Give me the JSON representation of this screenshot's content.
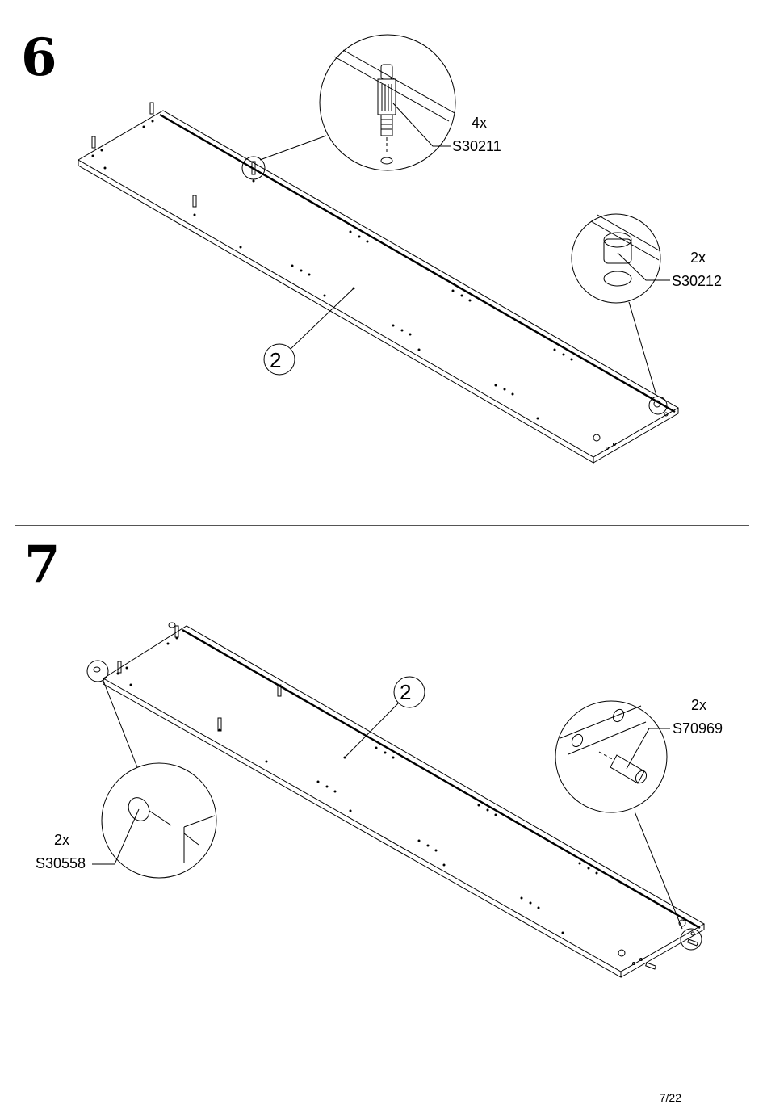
{
  "step6": {
    "number": "6",
    "part_label": "2",
    "hardware": [
      {
        "quantity": "4x",
        "code": "S30211",
        "icon": "cam-bolt-icon"
      },
      {
        "quantity": "2x",
        "code": "S30212",
        "icon": "cam-lock-icon"
      }
    ]
  },
  "step7": {
    "number": "7",
    "part_label": "2",
    "hardware": [
      {
        "quantity": "2x",
        "code": "S70969",
        "icon": "wooden-dowel-icon"
      },
      {
        "quantity": "2x",
        "code": "S30558",
        "icon": "nail-icon"
      }
    ]
  },
  "footer": {
    "page": "7/22"
  }
}
